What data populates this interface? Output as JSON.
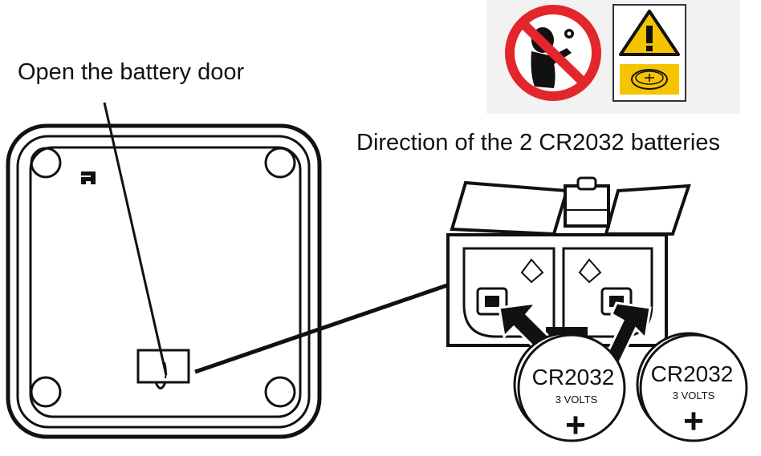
{
  "labels": {
    "open_door": "Open the battery door",
    "direction": "Direction of the 2 CR2032 batteries"
  },
  "batteries": [
    {
      "model": "CR2032",
      "voltage": "3 VOLTS",
      "polarity": "+"
    },
    {
      "model": "CR2032",
      "voltage": "3 VOLTS",
      "polarity": "+"
    }
  ],
  "warning_icons": [
    "no-children-icon",
    "coin-battery-warning-icon"
  ],
  "colors": {
    "prohibition_red": "#e3262b",
    "warning_yellow": "#f5c400",
    "ink": "#111111",
    "panel_bg": "#f2f2f2"
  }
}
